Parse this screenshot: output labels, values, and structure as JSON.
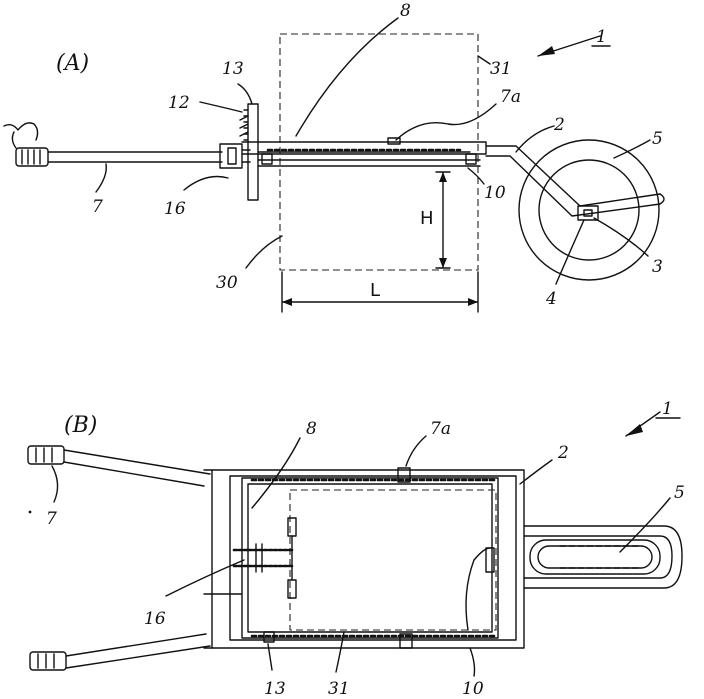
{
  "views": {
    "a": {
      "title": "(A)"
    },
    "b": {
      "title": "(B)"
    }
  },
  "labels": {
    "a": {
      "n1": "1",
      "n2": "2",
      "n3": "3",
      "n4": "4",
      "n5": "5",
      "n7": "7",
      "n7a": "7a",
      "n8": "8",
      "n10": "10",
      "n12": "12",
      "n13": "13",
      "n16": "16",
      "n30": "30",
      "n31": "31",
      "H": "H",
      "L": "L"
    },
    "b": {
      "n1": "1",
      "n2": "2",
      "n5": "5",
      "n7": "7",
      "n7a": "7a",
      "n8": "8",
      "n10": "10",
      "n13": "13",
      "n16": "16",
      "n31": "31"
    }
  }
}
